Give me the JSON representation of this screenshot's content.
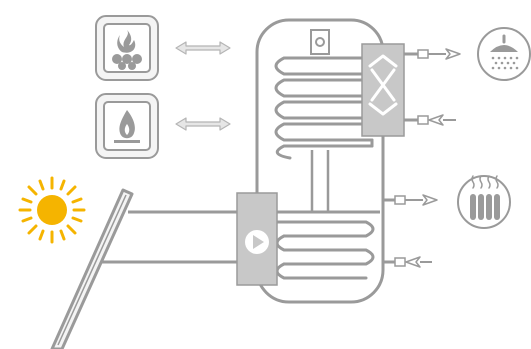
{
  "colors": {
    "line": "#9a9a9a",
    "fill_light": "#f4f4f4",
    "tank_fill": "#ffffff",
    "module_fill": "#c8c8c8",
    "sun": "#f5b400",
    "white": "#ffffff"
  },
  "components": [
    {
      "id": "solid-fuel-boiler",
      "icon": "flame-over-logs-icon"
    },
    {
      "id": "gas-boiler",
      "icon": "gas-flame-icon"
    },
    {
      "id": "solar-collector",
      "icon": "sun-icon"
    },
    {
      "id": "storage-tank",
      "icon": "water-tank-icon"
    },
    {
      "id": "heat-exchanger-module",
      "icon": "cross-arrows-icon"
    },
    {
      "id": "solar-pump-station",
      "icon": "play-pump-icon"
    },
    {
      "id": "shower",
      "icon": "shower-head-icon"
    },
    {
      "id": "radiator",
      "icon": "radiator-icon"
    }
  ]
}
